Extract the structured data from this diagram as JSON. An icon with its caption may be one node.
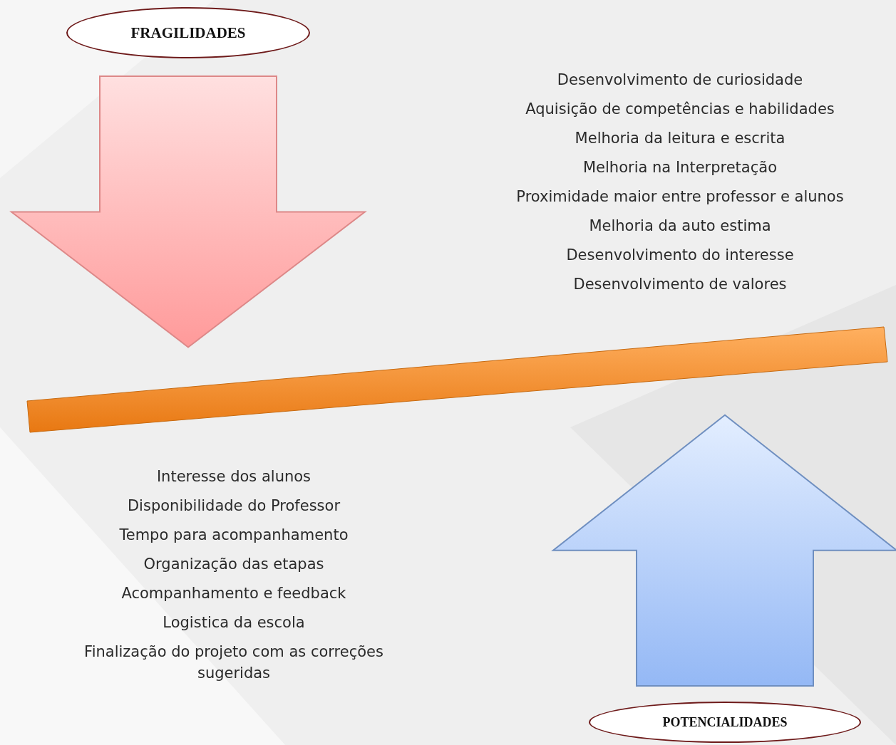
{
  "diagram": {
    "nodes": [
      {
        "text": [
          "FRAGILIDADES"
        ]
      },
      {
        "text": [
          "POTENCIALIDADES"
        ]
      },
      {
        "text": [],
        "shape": "bar"
      }
    ],
    "edges": [
      {
        "from": 0,
        "to": 2,
        "arrow": "to"
      },
      {
        "from": 1,
        "to": 2,
        "arrow": "to"
      }
    ],
    "labels": [
      "Desenvolvimento de curiosidade",
      "Aquisição de competências e habilidades",
      "Melhoria da leitura e escrita",
      "Melhoria na Interpretação",
      "Proximidade maior entre professor e alunos",
      "Melhoria da auto estima",
      "Desenvolvimento do interesse",
      "Desenvolvimento de valores",
      "Interesse dos alunos",
      "Disponibilidade do Professor",
      "Tempo para acompanhamento",
      "Organização das etapas",
      "Acompanhamento e feedback",
      "Logistica da escola",
      "Finalização do projeto com as correções sugeridas"
    ]
  }
}
